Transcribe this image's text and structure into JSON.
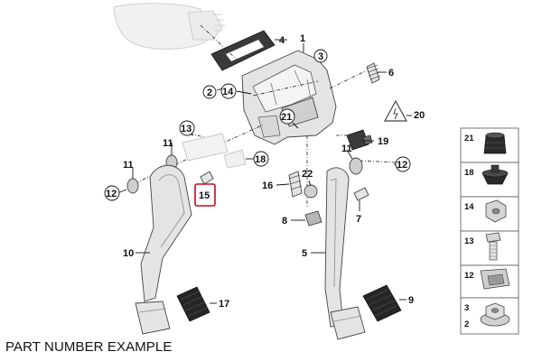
{
  "caption": "PART NUMBER EXAMPLE",
  "callouts": {
    "c1": "1",
    "c2": "2",
    "c3": "3",
    "c4": "4",
    "c5": "5",
    "c6": "6",
    "c7": "7",
    "c8": "8",
    "c9": "9",
    "c10": "10",
    "c11a": "11",
    "c11b": "11",
    "c11c": "11",
    "c12a": "12",
    "c12b": "12",
    "c13": "13",
    "c14": "14",
    "c15": "15",
    "c16": "16",
    "c17": "17",
    "c18": "18",
    "c19": "19",
    "c20": "20",
    "c21": "21",
    "c22": "22"
  },
  "sidebar": {
    "items": [
      {
        "label": "21",
        "icon": "rubber-bumper-icon"
      },
      {
        "label": "18",
        "icon": "buffer-stop-icon"
      },
      {
        "label": "14",
        "icon": "hex-nut-icon"
      },
      {
        "label": "13",
        "icon": "hex-bolt-icon"
      },
      {
        "label": "12",
        "icon": "clip-nut-icon"
      },
      {
        "label_top": "3",
        "label_bottom": "2",
        "icon": "flange-nut-icon"
      }
    ]
  },
  "colors": {
    "highlight": "#d0021b",
    "warning_triangle": "#444444"
  }
}
